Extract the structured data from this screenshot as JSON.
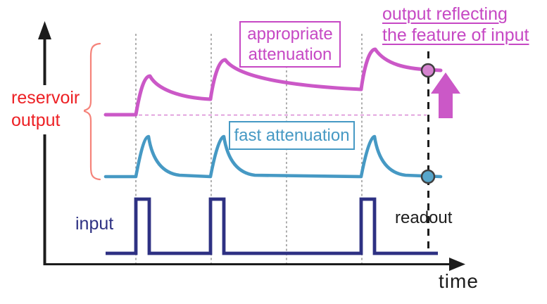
{
  "labels": {
    "reservoir_output": "reservoir\noutput",
    "appropriate_attenuation": "appropriate\nattenuation",
    "fast_attenuation": "fast attenuation",
    "output_reflecting": "output reflecting\nthe feature of input",
    "input": "input",
    "readout": "readout",
    "time": "time"
  },
  "colors": {
    "magenta": "#cb58c7",
    "magenta-label": "#c648c4",
    "magenta-soft": "#d988d4",
    "magenta-marker": "#d583cf",
    "teal": "#4699c4",
    "teal-marker": "#57a6cb",
    "navy": "#2e3183",
    "red": "#ed2024",
    "salmon": "#f5837a",
    "grid-gray": "#9b9b9b",
    "ink": "#1c1c1c"
  }
}
